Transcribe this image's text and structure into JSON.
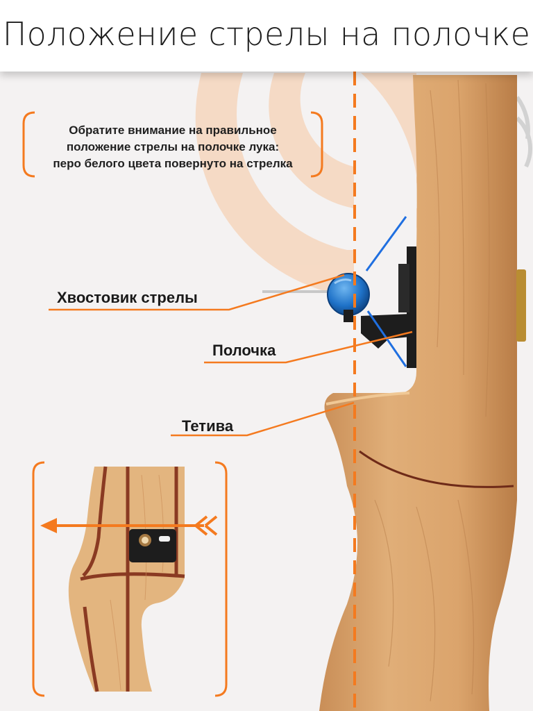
{
  "title": "Положение стрелы на полочке",
  "note": {
    "lines": [
      "Обратите внимание на правильное",
      "положение стрелы на полочке лука:",
      "перо белого цвета повернуто на стрелка"
    ]
  },
  "labels": {
    "nock": "Хвостовик стрелы",
    "rest": "Полочка",
    "string": "Тетива"
  },
  "colors": {
    "accent": "#f47a1f",
    "wood": "#d9a26a",
    "wood_dark": "#c48850",
    "nock_blue": "#1f72c8",
    "rest_black": "#1d1d1d",
    "laminate": "#7a3a22"
  },
  "icons": {
    "arrow": "arrow-left-icon",
    "target": "target-rings-icon"
  }
}
